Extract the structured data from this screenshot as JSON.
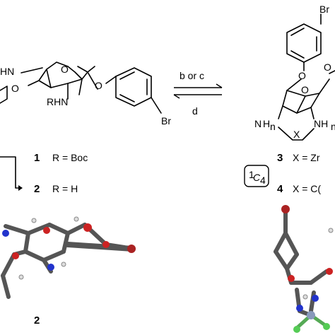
{
  "scheme": {
    "forward_reagent": "b or c",
    "reverse_reagent": "d",
    "conformation_superscript": "1",
    "conformation_letter": "C",
    "conformation_subscript": "4",
    "crystal_left_label": "2"
  },
  "compounds": [
    {
      "number": "1",
      "definition": "R = Boc"
    },
    {
      "number": "2",
      "definition": "R = H"
    },
    {
      "number": "3",
      "definition": "X = Zr"
    },
    {
      "number": "4",
      "definition": "X = C("
    }
  ],
  "atom_colors": {
    "carbon": "#555555",
    "oxygen": "#cc2222",
    "nitrogen": "#2233cc",
    "bromine": "#aa2222",
    "chlorine": "#55cc55",
    "metal": "#8899bb",
    "hydrogen": "#dddddd"
  }
}
